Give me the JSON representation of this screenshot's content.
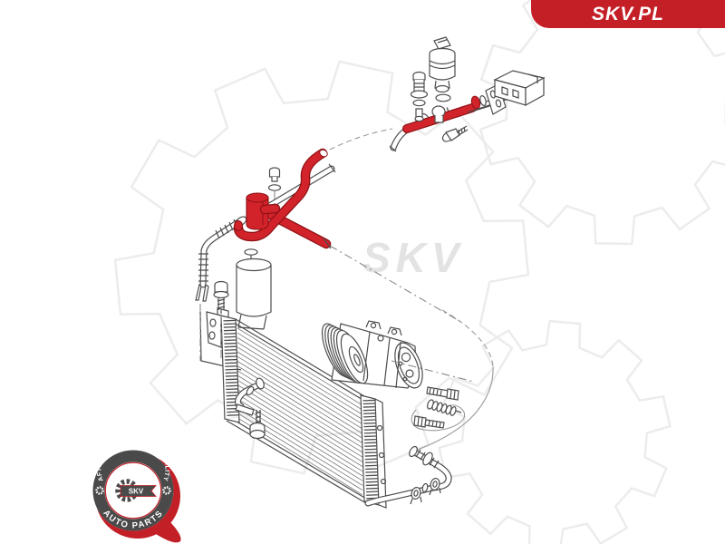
{
  "header": {
    "brand_label": "SKV.PL"
  },
  "badge": {
    "arc_top": "AFTERMARKET PRICE · OE QUALITY",
    "arc_bottom": "AUTO PARTS",
    "center": "SKV"
  },
  "watermark": {
    "text": "SKV"
  },
  "colors": {
    "accent_red": "#c41e26",
    "highlight_red": "#d2232a",
    "line_gray": "#4d4d4d",
    "watermark_gray": "#ececec"
  }
}
